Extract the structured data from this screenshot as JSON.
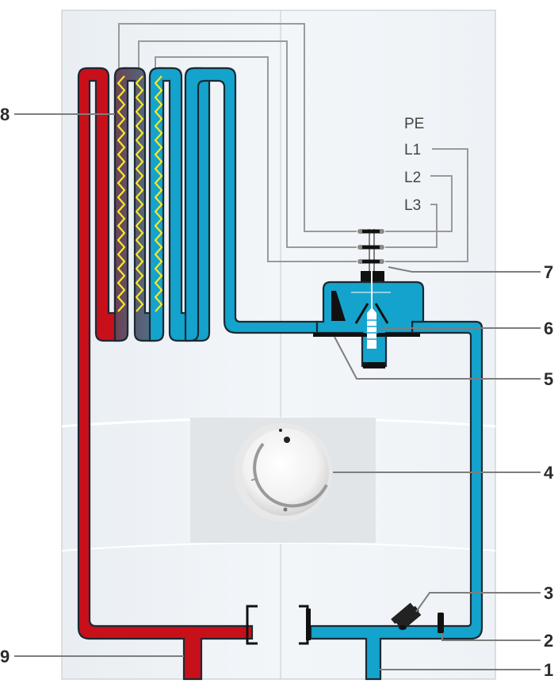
{
  "title": "Instantaneous water heater schematic",
  "colors": {
    "hot_water": "#c8101a",
    "cold_water": "#14a3cc",
    "mixed_dark": "#6c4253",
    "mixed_blue": "#447c98",
    "heating_coil": "#f5e827",
    "outline": "#1a2a33",
    "wire": "#9a9a9a",
    "panel": "#eef2f6"
  },
  "terminals": {
    "pe": "PE",
    "l1": "L1",
    "l2": "L2",
    "l3": "L3"
  },
  "callouts": [
    {
      "id": "1",
      "label": "1",
      "part": "cold-water-inlet"
    },
    {
      "id": "2",
      "label": "2",
      "part": "flow-sensor"
    },
    {
      "id": "3",
      "label": "3",
      "part": "strainer"
    },
    {
      "id": "4",
      "label": "4",
      "part": "temperature-knob"
    },
    {
      "id": "5",
      "label": "5",
      "part": "differential-pressure-switch"
    },
    {
      "id": "6",
      "label": "6",
      "part": "diaphragm-valve"
    },
    {
      "id": "7",
      "label": "7",
      "part": "power-switch-contacts"
    },
    {
      "id": "8",
      "label": "8",
      "part": "bare-wire-heating-element"
    },
    {
      "id": "9",
      "label": "9",
      "part": "hot-water-outlet"
    }
  ]
}
